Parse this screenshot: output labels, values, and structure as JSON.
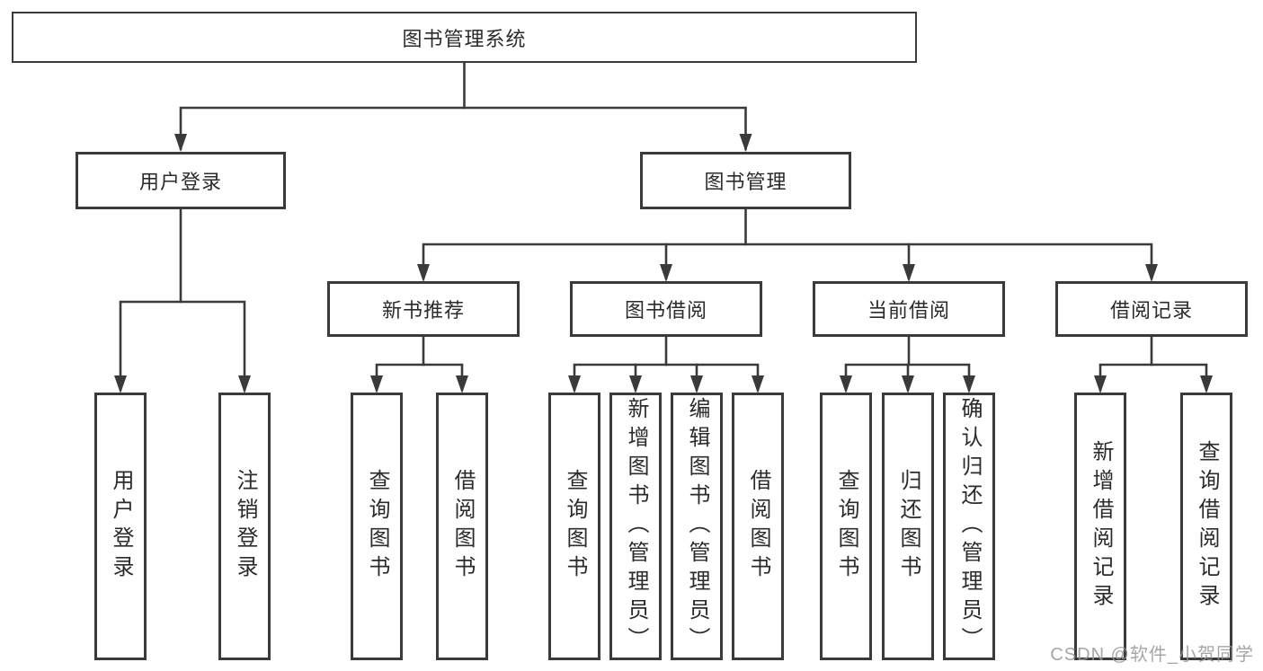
{
  "diagram": {
    "type": "tree",
    "title": "图书管理系统",
    "watermark": "CSDN @软件_小贺同学",
    "colors": {
      "line": "#3a3a3a",
      "box_border": "#3a3a3a",
      "box_fill": "#ffffff",
      "text": "#2b2b2b",
      "watermark": "#969696"
    },
    "nodes": {
      "root": {
        "label": "图书管理系统",
        "children": [
          "user_login",
          "book_mgmt"
        ]
      },
      "user_login": {
        "label": "用户登录",
        "children": [
          "leaf_user_login",
          "leaf_logout"
        ]
      },
      "book_mgmt": {
        "label": "图书管理",
        "children": [
          "new_books",
          "book_borrow",
          "current_borrow",
          "borrow_records"
        ]
      },
      "new_books": {
        "label": "新书推荐",
        "children": [
          "leaf_nb_query",
          "leaf_nb_borrow"
        ]
      },
      "book_borrow": {
        "label": "图书借阅",
        "children": [
          "leaf_bb_query",
          "leaf_bb_add",
          "leaf_bb_edit",
          "leaf_bb_borrow"
        ]
      },
      "current_borrow": {
        "label": "当前借阅",
        "children": [
          "leaf_cb_query",
          "leaf_cb_return",
          "leaf_cb_confirm"
        ]
      },
      "borrow_records": {
        "label": "借阅记录",
        "children": [
          "leaf_br_add",
          "leaf_br_query"
        ]
      },
      "leaf_user_login": {
        "label": "用户登录"
      },
      "leaf_logout": {
        "label": "注销登录"
      },
      "leaf_nb_query": {
        "label": "查询图书"
      },
      "leaf_nb_borrow": {
        "label": "借阅图书"
      },
      "leaf_bb_query": {
        "label": "查询图书"
      },
      "leaf_bb_add": {
        "label": "新增图书（管理员）"
      },
      "leaf_bb_edit": {
        "label": "编辑图书（管理员）"
      },
      "leaf_bb_borrow": {
        "label": "借阅图书"
      },
      "leaf_cb_query": {
        "label": "查询图书"
      },
      "leaf_cb_return": {
        "label": "归还图书"
      },
      "leaf_cb_confirm": {
        "label": "确认归还（管理员）"
      },
      "leaf_br_add": {
        "label": "新增借阅记录"
      },
      "leaf_br_query": {
        "label": "查询借阅记录"
      }
    }
  }
}
